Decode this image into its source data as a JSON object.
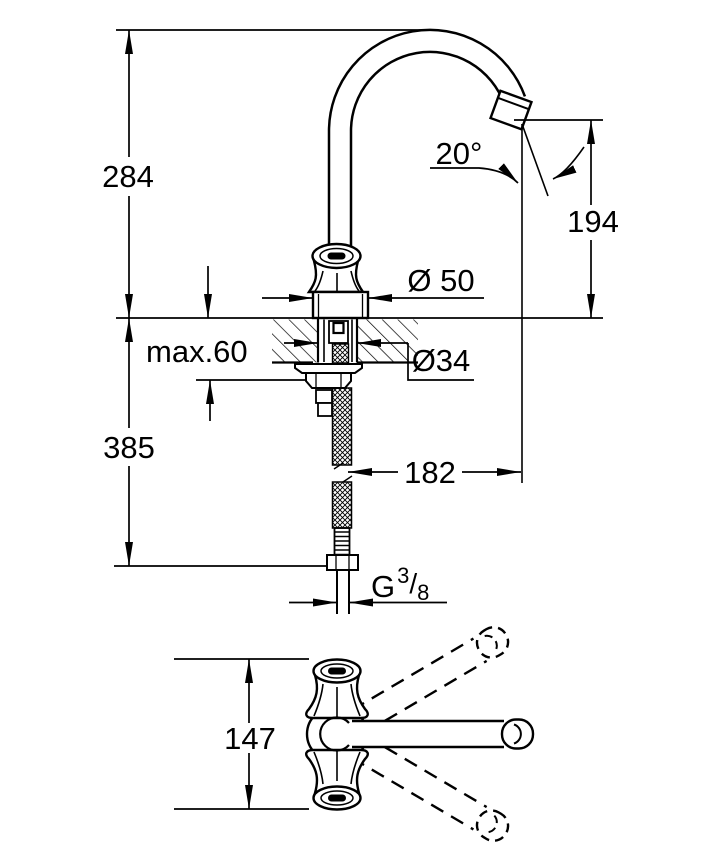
{
  "drawing": {
    "subject": "faucet installation dimension drawing, front view and top view",
    "line_color": "#000000",
    "background_color": "#ffffff",
    "dimensions": {
      "overall_height": "284",
      "outlet_height": "194",
      "spout_angle": "20°",
      "base_diameter": "Ø 50",
      "hole_diameter": "Ø34",
      "max_mounting_thickness": "max.60",
      "below_deck_length": "385",
      "spout_reach": "182",
      "handle_span": "147",
      "thread_label": {
        "prefix": "G",
        "numerator": "3",
        "slash": "/",
        "denominator": "8"
      }
    }
  }
}
